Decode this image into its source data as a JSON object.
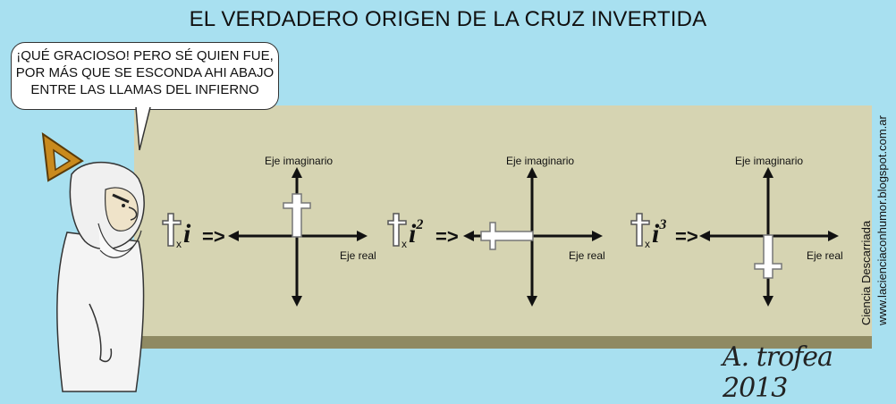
{
  "title": "EL VERDADERO ORIGEN DE LA CRUZ INVERTIDA",
  "speech_bubble": "¡QUÉ GRACIOSO! PERO SÉ QUIEN FUE, POR MÁS QUE SE ESCONDA AHI ABAJO ENTRE LAS LLAMAS DEL INFIERNO",
  "diagrams": [
    {
      "multiplier": "x",
      "variable": "i",
      "exponent": "",
      "arrow": "=>",
      "imaginary_axis": "Eje imaginario",
      "real_axis": "Eje real",
      "cross_position": "up"
    },
    {
      "multiplier": "x",
      "variable": "i",
      "exponent": "2",
      "arrow": "=>",
      "imaginary_axis": "Eje imaginario",
      "real_axis": "Eje real",
      "cross_position": "left"
    },
    {
      "multiplier": "x",
      "variable": "i",
      "exponent": "3",
      "arrow": "=>",
      "imaginary_axis": "Eje imaginario",
      "real_axis": "Eje real",
      "cross_position": "down"
    }
  ],
  "side_credits": [
    "Ciencia Descarriada",
    "www.lacienciaconhumor.blogspot.com.ar"
  ],
  "signature": "A. trofea 2013",
  "colors": {
    "background": "#a8e0f0",
    "board": "#d6d4b2",
    "ledge": "#8f8a63",
    "halo": "#c98a1e"
  },
  "icons": [
    "halo-triangle",
    "god-character",
    "cross-icon"
  ]
}
